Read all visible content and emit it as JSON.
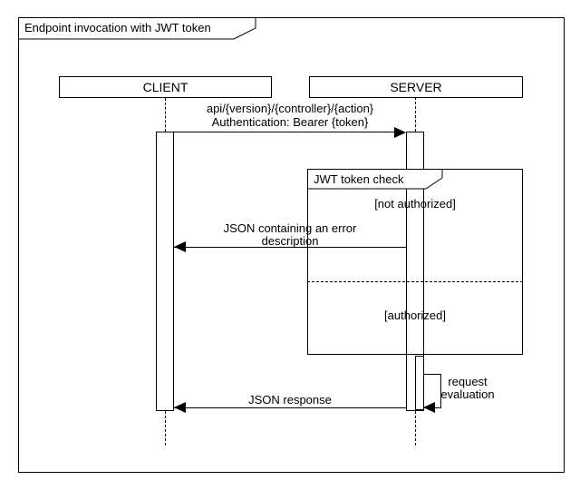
{
  "frame": {
    "title": "Endpoint invocation with JWT token"
  },
  "actors": [
    {
      "label": "CLIENT"
    },
    {
      "label": "SERVER"
    }
  ],
  "messages": {
    "call": {
      "line1": "api/{version}/{controller}/{action}",
      "line2": "Authentication: Bearer {token}"
    },
    "error": {
      "line1": "JSON containing an error",
      "line2": "description"
    },
    "response": "JSON response",
    "self_call": "request evaluation"
  },
  "fragment": {
    "label": "JWT token check",
    "guards": [
      "[not authorized]",
      "[authorized]"
    ]
  },
  "colors": {
    "line": "#000000",
    "background": "#ffffff"
  }
}
